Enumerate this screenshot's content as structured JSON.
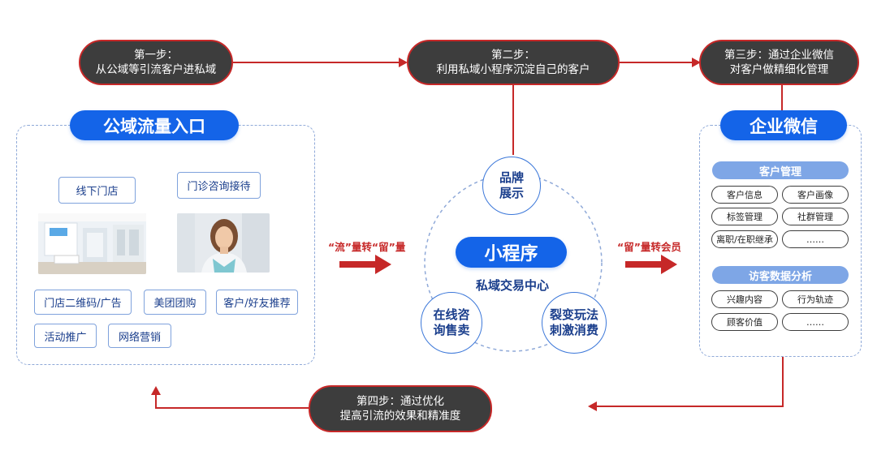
{
  "steps": {
    "step1": {
      "line1": "第一步：",
      "line2": "从公域等引流客户进私域"
    },
    "step2": {
      "line1": "第二步：",
      "line2": "利用私域小程序沉淀自己的客户"
    },
    "step3": {
      "line1": "第三步：通过企业微信",
      "line2": "对客户做精细化管理"
    },
    "step4": {
      "line1": "第四步：通过优化",
      "line2": "提高引流的效果和精准度"
    }
  },
  "left_panel": {
    "title": "公域流量入口",
    "tags": [
      "线下门店",
      "门诊咨询接待",
      "门店二维码/广告",
      "美团团购",
      "客户/好友推荐",
      "活动推广",
      "网络营销"
    ],
    "photos": [
      "store-interior-photo",
      "doctor-portrait-photo"
    ]
  },
  "center": {
    "title": "小程序",
    "subtitle": "私域交易中心",
    "node_top_l1": "品牌",
    "node_top_l2": "展示",
    "node_left_l1": "在线咨",
    "node_left_l2": "询售卖",
    "node_right_l1": "裂变玩法",
    "node_right_l2": "刺激消费"
  },
  "flows": {
    "left_label": "“流”量转“留”量",
    "right_label": "“留”量转会员"
  },
  "right_panel": {
    "title": "企业微信",
    "section1": {
      "head": "客户管理",
      "items": [
        "客户信息",
        "客户画像",
        "标签管理",
        "社群管理",
        "离职/在职继承",
        "……"
      ]
    },
    "section2": {
      "head": "访客数据分析",
      "items": [
        "兴趣内容",
        "行为轨迹",
        "顾客价值",
        "……"
      ]
    }
  },
  "colors": {
    "accent_red": "#c62828",
    "brand_blue": "#1464e8",
    "pill_dark": "#3d3d3d",
    "section_blue": "#7ea6e6"
  }
}
